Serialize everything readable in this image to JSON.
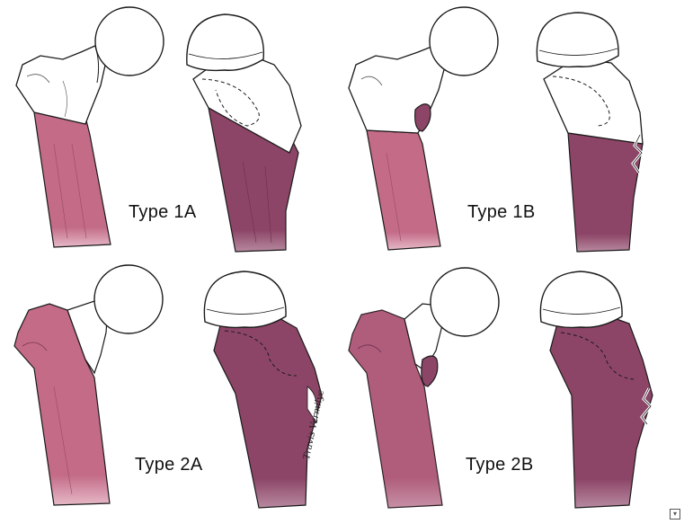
{
  "panels": [
    {
      "id": "1A",
      "label": "Type 1A",
      "proximal_filled": false,
      "trochanter_fragment": false,
      "lateral_fracture_line": false
    },
    {
      "id": "1B",
      "label": "Type 1B",
      "proximal_filled": false,
      "trochanter_fragment": true,
      "lateral_fracture_line": true
    },
    {
      "id": "2A",
      "label": "Type 2A",
      "proximal_filled": true,
      "trochanter_fragment": false,
      "lateral_fracture_line": false
    },
    {
      "id": "2B",
      "label": "Type 2B",
      "proximal_filled": true,
      "trochanter_fragment": true,
      "lateral_fracture_line": true
    }
  ],
  "signature_text": "Travis Vermilye",
  "colors": {
    "anterior_shade": "#c36b87",
    "lateral_shade": "#8d4567",
    "bone_white": "#ffffff",
    "outline": "#1a1a1a"
  },
  "corner_icon": "caret-icon"
}
